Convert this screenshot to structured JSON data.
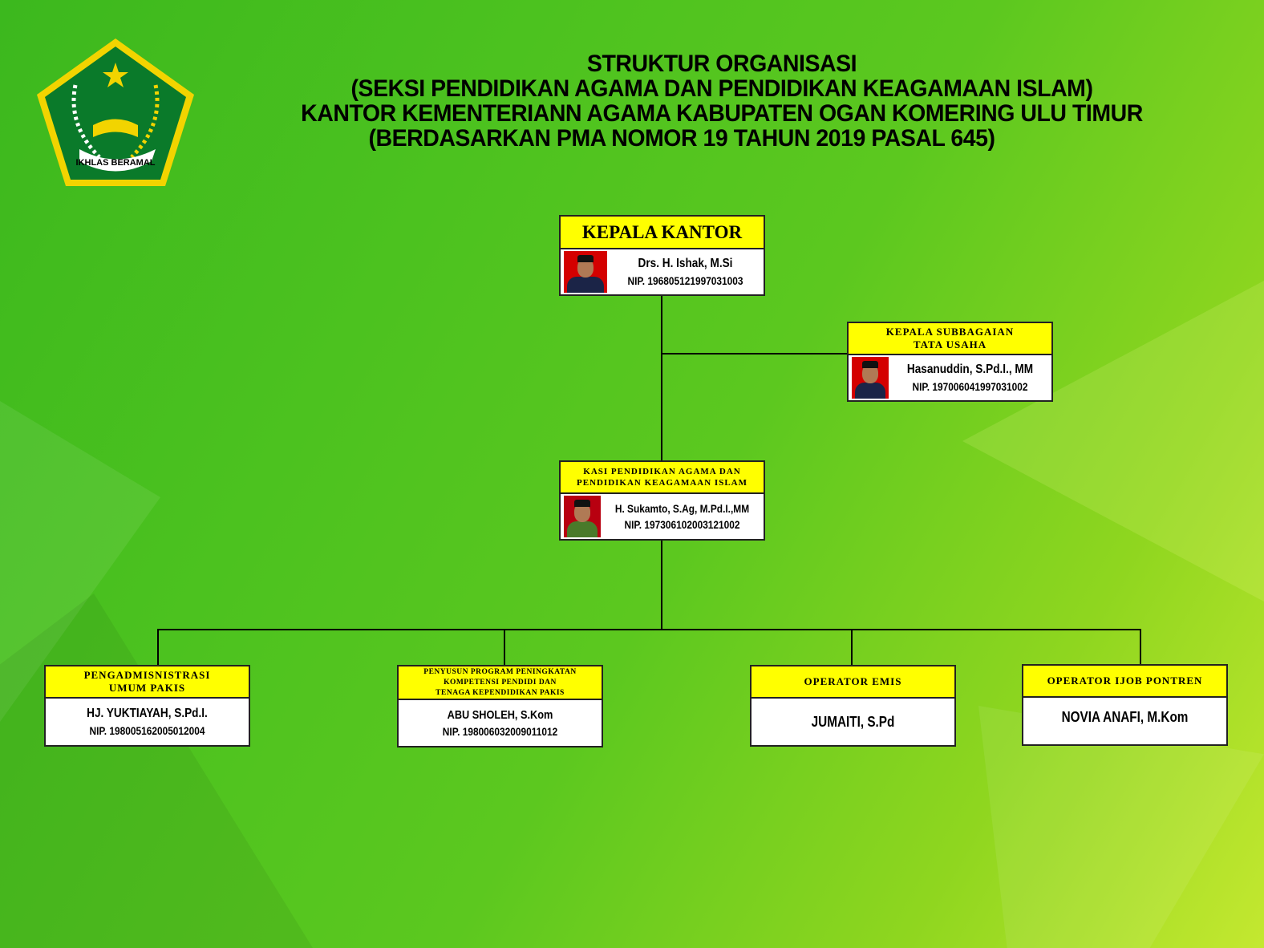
{
  "logo": {
    "motto": "IKHLAS BERAMAL"
  },
  "title": {
    "line1": "STRUKTUR ORGANISASI",
    "line2": "(SEKSI PENDIDIKAN AGAMA DAN PENDIDIKAN KEAGAMAAN ISLAM)",
    "line3": "KANTOR KEMENTERIANN AGAMA KABUPATEN OGAN KOMERING ULU TIMUR",
    "line4": "(BERDASARKAN PMA NOMOR 19 TAHUN 2019 PASAL 645)"
  },
  "kepala": {
    "role": "KEPALA KANTOR",
    "name": "Drs. H. Ishak, M.Si",
    "nip": "NIP. 196805121997031003"
  },
  "subbag": {
    "role_line1": "KEPALA SUBBAGAIAN",
    "role_line2": "TATA USAHA",
    "name": "Hasanuddin, S.Pd.I., MM",
    "nip": "NIP. 197006041997031002"
  },
  "kasi": {
    "role_line1": "KASI PENDIDIKAN AGAMA DAN",
    "role_line2": "PENDIDIKAN KEAGAMAAN ISLAM",
    "name": "H. Sukamto, S.Ag, M.Pd.I.,MM",
    "nip": "NIP. 197306102003121002"
  },
  "staff": [
    {
      "role_line1": "PENGADMISNISTRASI",
      "role_line2": "UMUM PAKIS",
      "name": "HJ. YUKTIAYAH, S.Pd.I.",
      "nip": "NIP. 198005162005012004"
    },
    {
      "role_line1": "PENYUSUN PROGRAM PENINGKATAN",
      "role_line2": "KOMPETENSI PENDIDI DAN",
      "role_line3": "TENAGA KEPENDIDIKAN PAKIS",
      "name": "ABU SHOLEH, S.Kom",
      "nip": "NIP. 198006032009011012"
    },
    {
      "role_line1": "OPERATOR EMIS",
      "name": "JUMAITI, S.Pd"
    },
    {
      "role_line1": "OPERATOR IJOB PONTREN",
      "name": "NOVIA ANAFI, M.Kom"
    }
  ]
}
